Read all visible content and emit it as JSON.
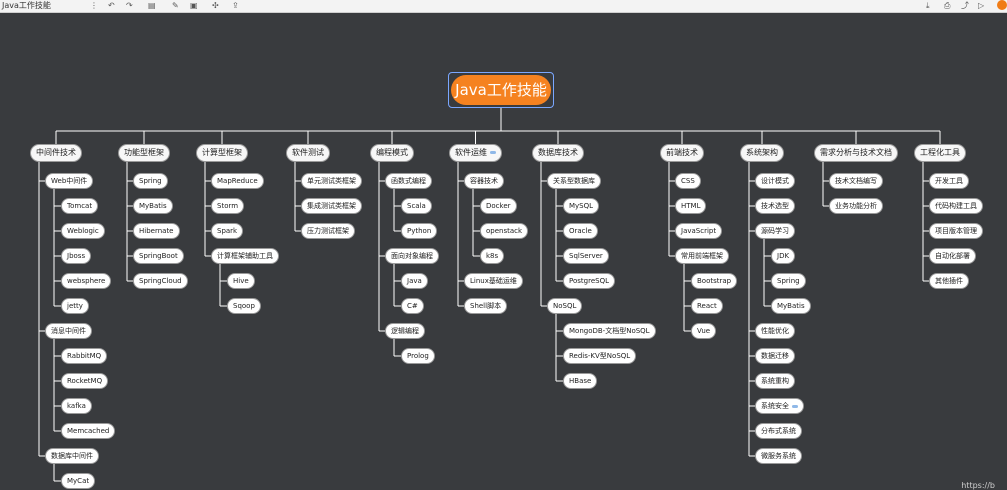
{
  "app": {
    "title": "Java工作技能"
  },
  "watermark": "https://b",
  "colors": {
    "background": "#393b3e",
    "root": "#f58220",
    "line": "#ffffff"
  },
  "root": "Java工作技能",
  "categories": [
    {
      "label": "中间件技术",
      "children": [
        {
          "label": "Web中间件",
          "children": [
            {
              "label": "Tomcat"
            },
            {
              "label": "Weblogic"
            },
            {
              "label": "Jboss"
            },
            {
              "label": "websphere"
            },
            {
              "label": "jetty"
            }
          ]
        },
        {
          "label": "消息中间件",
          "children": [
            {
              "label": "RabbitMQ"
            },
            {
              "label": "RocketMQ"
            },
            {
              "label": "kafka"
            },
            {
              "label": "Memcached"
            }
          ]
        },
        {
          "label": "数据库中间件",
          "children": [
            {
              "label": "MyCat"
            }
          ]
        }
      ]
    },
    {
      "label": "功能型框架",
      "children": [
        {
          "label": "Spring"
        },
        {
          "label": "MyBatis"
        },
        {
          "label": "Hibernate"
        },
        {
          "label": "SpringBoot"
        },
        {
          "label": "SpringCloud"
        }
      ]
    },
    {
      "label": "计算型框架",
      "children": [
        {
          "label": "MapReduce"
        },
        {
          "label": "Storm"
        },
        {
          "label": "Spark"
        },
        {
          "label": "计算框架辅助工具",
          "children": [
            {
              "label": "Hive"
            },
            {
              "label": "Sqoop"
            }
          ]
        }
      ]
    },
    {
      "label": "软件测试",
      "children": [
        {
          "label": "单元测试类框架"
        },
        {
          "label": "集成测试类框架"
        },
        {
          "label": "压力测试框架"
        }
      ]
    },
    {
      "label": "编程模式",
      "children": [
        {
          "label": "函数式编程",
          "children": [
            {
              "label": "Scala"
            },
            {
              "label": "Python"
            }
          ]
        },
        {
          "label": "面向对象编程",
          "children": [
            {
              "label": "Java"
            },
            {
              "label": "C#"
            }
          ]
        },
        {
          "label": "逻辑编程",
          "children": [
            {
              "label": "Prolog"
            }
          ]
        }
      ]
    },
    {
      "label": "软件运维",
      "badge": true,
      "children": [
        {
          "label": "容器技术",
          "children": [
            {
              "label": "Docker"
            },
            {
              "label": "openstack"
            },
            {
              "label": "k8s"
            }
          ]
        },
        {
          "label": "Linux基础运维"
        },
        {
          "label": "Shell脚本"
        }
      ]
    },
    {
      "label": "数据库技术",
      "children": [
        {
          "label": "关系型数据库",
          "children": [
            {
              "label": "MySQL"
            },
            {
              "label": "Oracle"
            },
            {
              "label": "SqlServer"
            },
            {
              "label": "PostgreSQL"
            }
          ]
        },
        {
          "label": "NoSQL",
          "children": [
            {
              "label": "MongoDB-文档型NoSQL"
            },
            {
              "label": "Redis-KV型NoSQL"
            },
            {
              "label": "HBase"
            }
          ]
        }
      ]
    },
    {
      "label": "前端技术",
      "children": [
        {
          "label": "CSS"
        },
        {
          "label": "HTML"
        },
        {
          "label": "JavaScript"
        },
        {
          "label": "常用前端框架",
          "children": [
            {
              "label": "Bootstrap"
            },
            {
              "label": "React"
            },
            {
              "label": "Vue"
            }
          ]
        }
      ]
    },
    {
      "label": "系统架构",
      "children": [
        {
          "label": "设计模式"
        },
        {
          "label": "技术选型"
        },
        {
          "label": "源码学习",
          "children": [
            {
              "label": "JDK"
            },
            {
              "label": "Spring"
            },
            {
              "label": "MyBatis"
            }
          ]
        },
        {
          "label": "性能优化"
        },
        {
          "label": "数据迁移"
        },
        {
          "label": "系统重构"
        },
        {
          "label": "系统安全",
          "badge": true
        },
        {
          "label": "分布式系统"
        },
        {
          "label": "微服务系统"
        }
      ]
    },
    {
      "label": "需求分析与技术文档",
      "children": [
        {
          "label": "技术文档编写"
        },
        {
          "label": "业务功能分析"
        }
      ]
    },
    {
      "label": "工程化工具",
      "children": [
        {
          "label": "开发工具"
        },
        {
          "label": "代码构建工具"
        },
        {
          "label": "项目版本管理"
        },
        {
          "label": "自动化部署"
        },
        {
          "label": "其他插件"
        }
      ]
    }
  ]
}
